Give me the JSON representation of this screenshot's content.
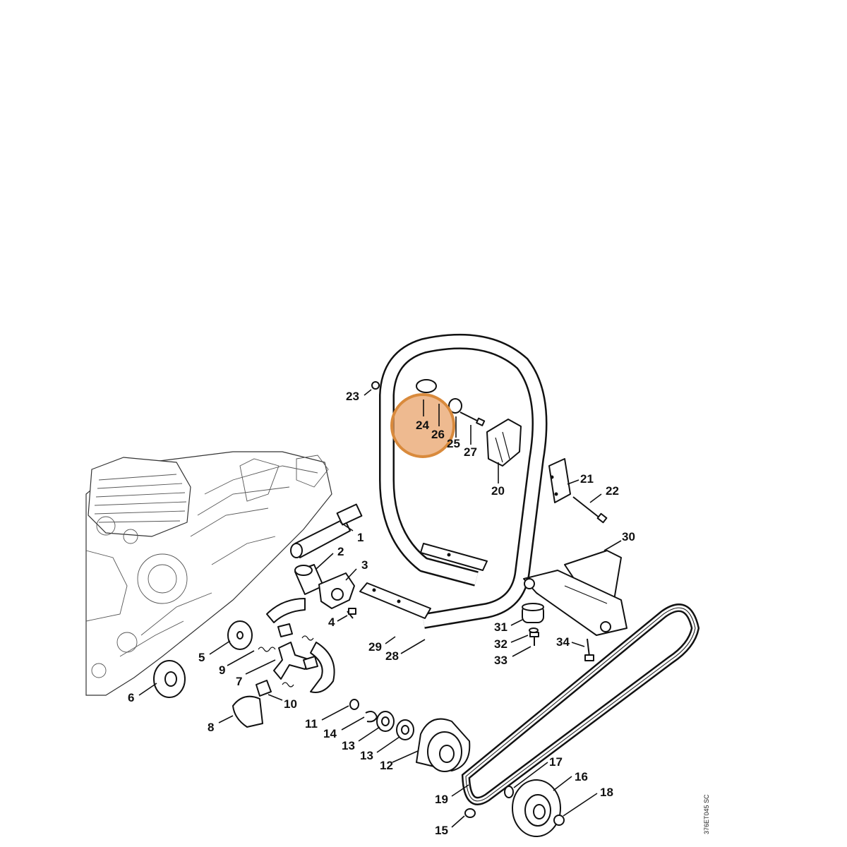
{
  "drawing_code": "376ET045 SC",
  "highlight_color": "#e8a36b",
  "highlight_stroke": "#d98a3c",
  "callouts": [
    {
      "id": "1",
      "label": "1"
    },
    {
      "id": "2",
      "label": "2"
    },
    {
      "id": "3",
      "label": "3"
    },
    {
      "id": "4",
      "label": "4"
    },
    {
      "id": "5",
      "label": "5"
    },
    {
      "id": "6",
      "label": "6"
    },
    {
      "id": "7",
      "label": "7"
    },
    {
      "id": "8",
      "label": "8"
    },
    {
      "id": "9",
      "label": "9"
    },
    {
      "id": "10",
      "label": "10"
    },
    {
      "id": "11",
      "label": "11"
    },
    {
      "id": "12",
      "label": "12"
    },
    {
      "id": "13a",
      "label": "13"
    },
    {
      "id": "13b",
      "label": "13"
    },
    {
      "id": "14",
      "label": "14"
    },
    {
      "id": "15",
      "label": "15"
    },
    {
      "id": "16",
      "label": "16"
    },
    {
      "id": "17",
      "label": "17"
    },
    {
      "id": "18",
      "label": "18"
    },
    {
      "id": "19",
      "label": "19"
    },
    {
      "id": "20",
      "label": "20"
    },
    {
      "id": "21",
      "label": "21"
    },
    {
      "id": "22",
      "label": "22"
    },
    {
      "id": "23",
      "label": "23"
    },
    {
      "id": "24",
      "label": "24"
    },
    {
      "id": "25",
      "label": "25"
    },
    {
      "id": "26",
      "label": "26"
    },
    {
      "id": "27",
      "label": "27"
    },
    {
      "id": "28",
      "label": "28"
    },
    {
      "id": "29",
      "label": "29"
    },
    {
      "id": "30",
      "label": "30"
    },
    {
      "id": "31",
      "label": "31"
    },
    {
      "id": "32",
      "label": "32"
    },
    {
      "id": "33",
      "label": "33"
    },
    {
      "id": "34",
      "label": "34"
    }
  ]
}
